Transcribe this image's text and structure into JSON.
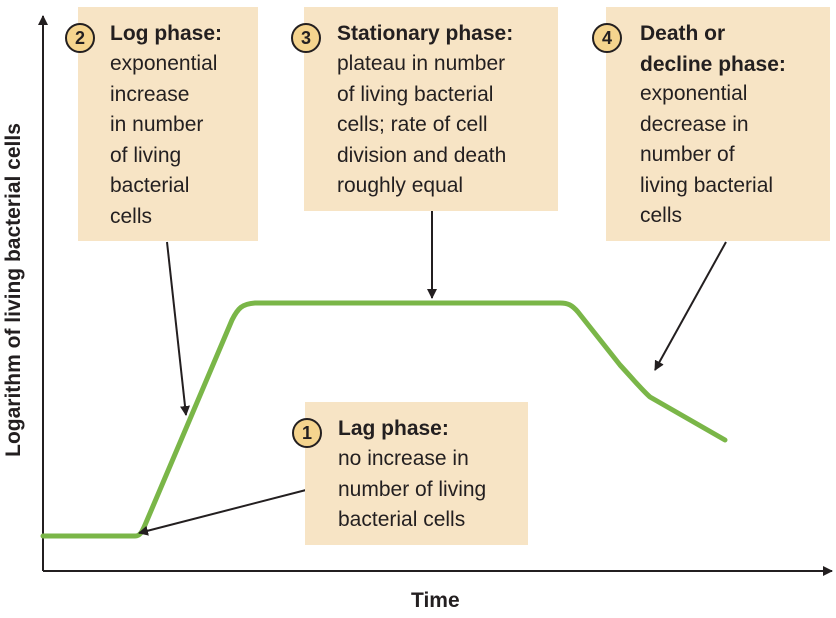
{
  "axes": {
    "x_label": "Time",
    "y_label": "Logarithm of living bacterial cells"
  },
  "phases": [
    {
      "number": "1",
      "title": "Lag phase:",
      "description": "no increase in\nnumber of living\nbacterial cells"
    },
    {
      "number": "2",
      "title": "Log phase:",
      "description": "exponential\nincrease\nin number\nof living\nbacterial\ncells"
    },
    {
      "number": "3",
      "title": "Stationary phase:",
      "description": "plateau in number\nof living bacterial\ncells; rate of cell\ndivision and death\nroughly equal"
    },
    {
      "number": "4",
      "title": "Death or\ndecline phase:",
      "description": "exponential\ndecrease in\nnumber of\nliving bacterial\ncells"
    }
  ],
  "colors": {
    "curve": "#7ab648",
    "box_fill": "#f7e4c5",
    "badge_fill": "#f5d48e",
    "ink": "#231f20"
  }
}
